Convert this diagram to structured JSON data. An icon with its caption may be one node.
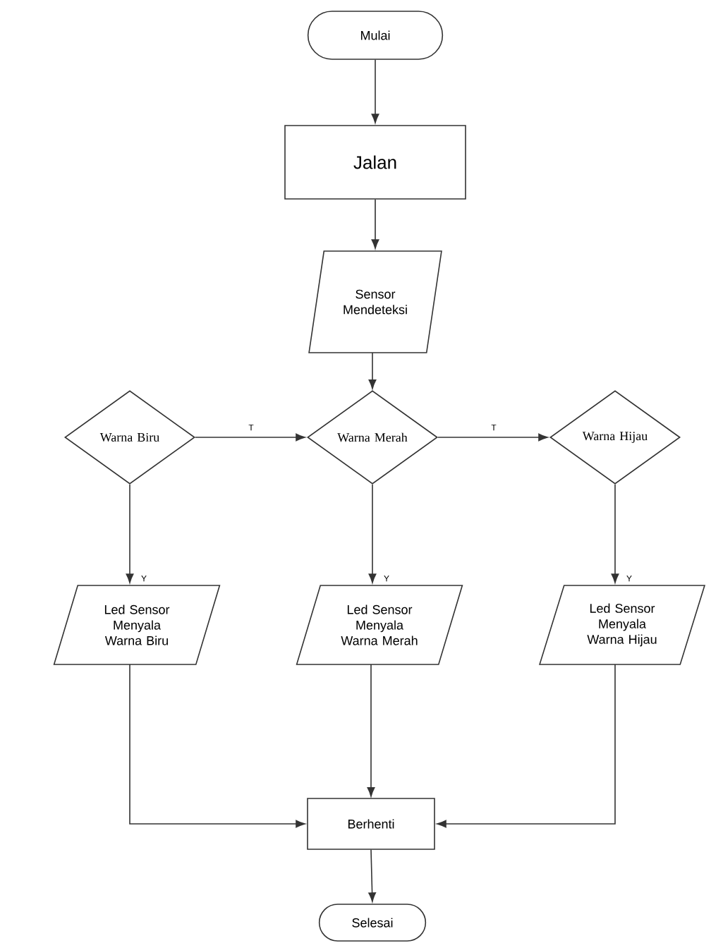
{
  "diagram": {
    "nodes": [
      {
        "text": [
          "Mulai"
        ]
      },
      {
        "text": [
          "Jalan"
        ]
      },
      {
        "text": [
          "Sensor Mendeteksi"
        ]
      },
      {
        "text": [
          "Warna Biru"
        ]
      },
      {
        "text": [
          "Warna Merah"
        ]
      },
      {
        "text": [
          "Warna Hijau"
        ]
      },
      {
        "text": [
          "Led Sensor Menyala Warna Biru"
        ]
      },
      {
        "text": [
          "Led Sensor Menyala Warna Merah"
        ]
      },
      {
        "text": [
          "Led Sensor Menyala Warna Hijau"
        ]
      },
      {
        "text": [
          "Berhenti"
        ]
      },
      {
        "text": [
          "Selesai"
        ]
      }
    ],
    "edges": [
      {
        "from": 0,
        "to": 1,
        "arrow": "to"
      },
      {
        "from": 1,
        "to": 2,
        "arrow": "to"
      },
      {
        "from": 2,
        "to": 4,
        "arrow": "to"
      },
      {
        "from": 3,
        "to": 4,
        "arrow": "to",
        "label": "T"
      },
      {
        "from": 4,
        "to": 5,
        "arrow": "to",
        "label": "T"
      },
      {
        "from": 3,
        "to": 6,
        "arrow": "to",
        "label": "Y"
      },
      {
        "from": 4,
        "to": 7,
        "arrow": "to",
        "label": "Y"
      },
      {
        "from": 5,
        "to": 8,
        "arrow": "to",
        "label": "Y"
      },
      {
        "from": 6,
        "to": 9,
        "arrow": "to"
      },
      {
        "from": 7,
        "to": 9,
        "arrow": "to"
      },
      {
        "from": 8,
        "to": 9,
        "arrow": "to"
      },
      {
        "from": 9,
        "to": 10,
        "arrow": "to"
      }
    ]
  }
}
